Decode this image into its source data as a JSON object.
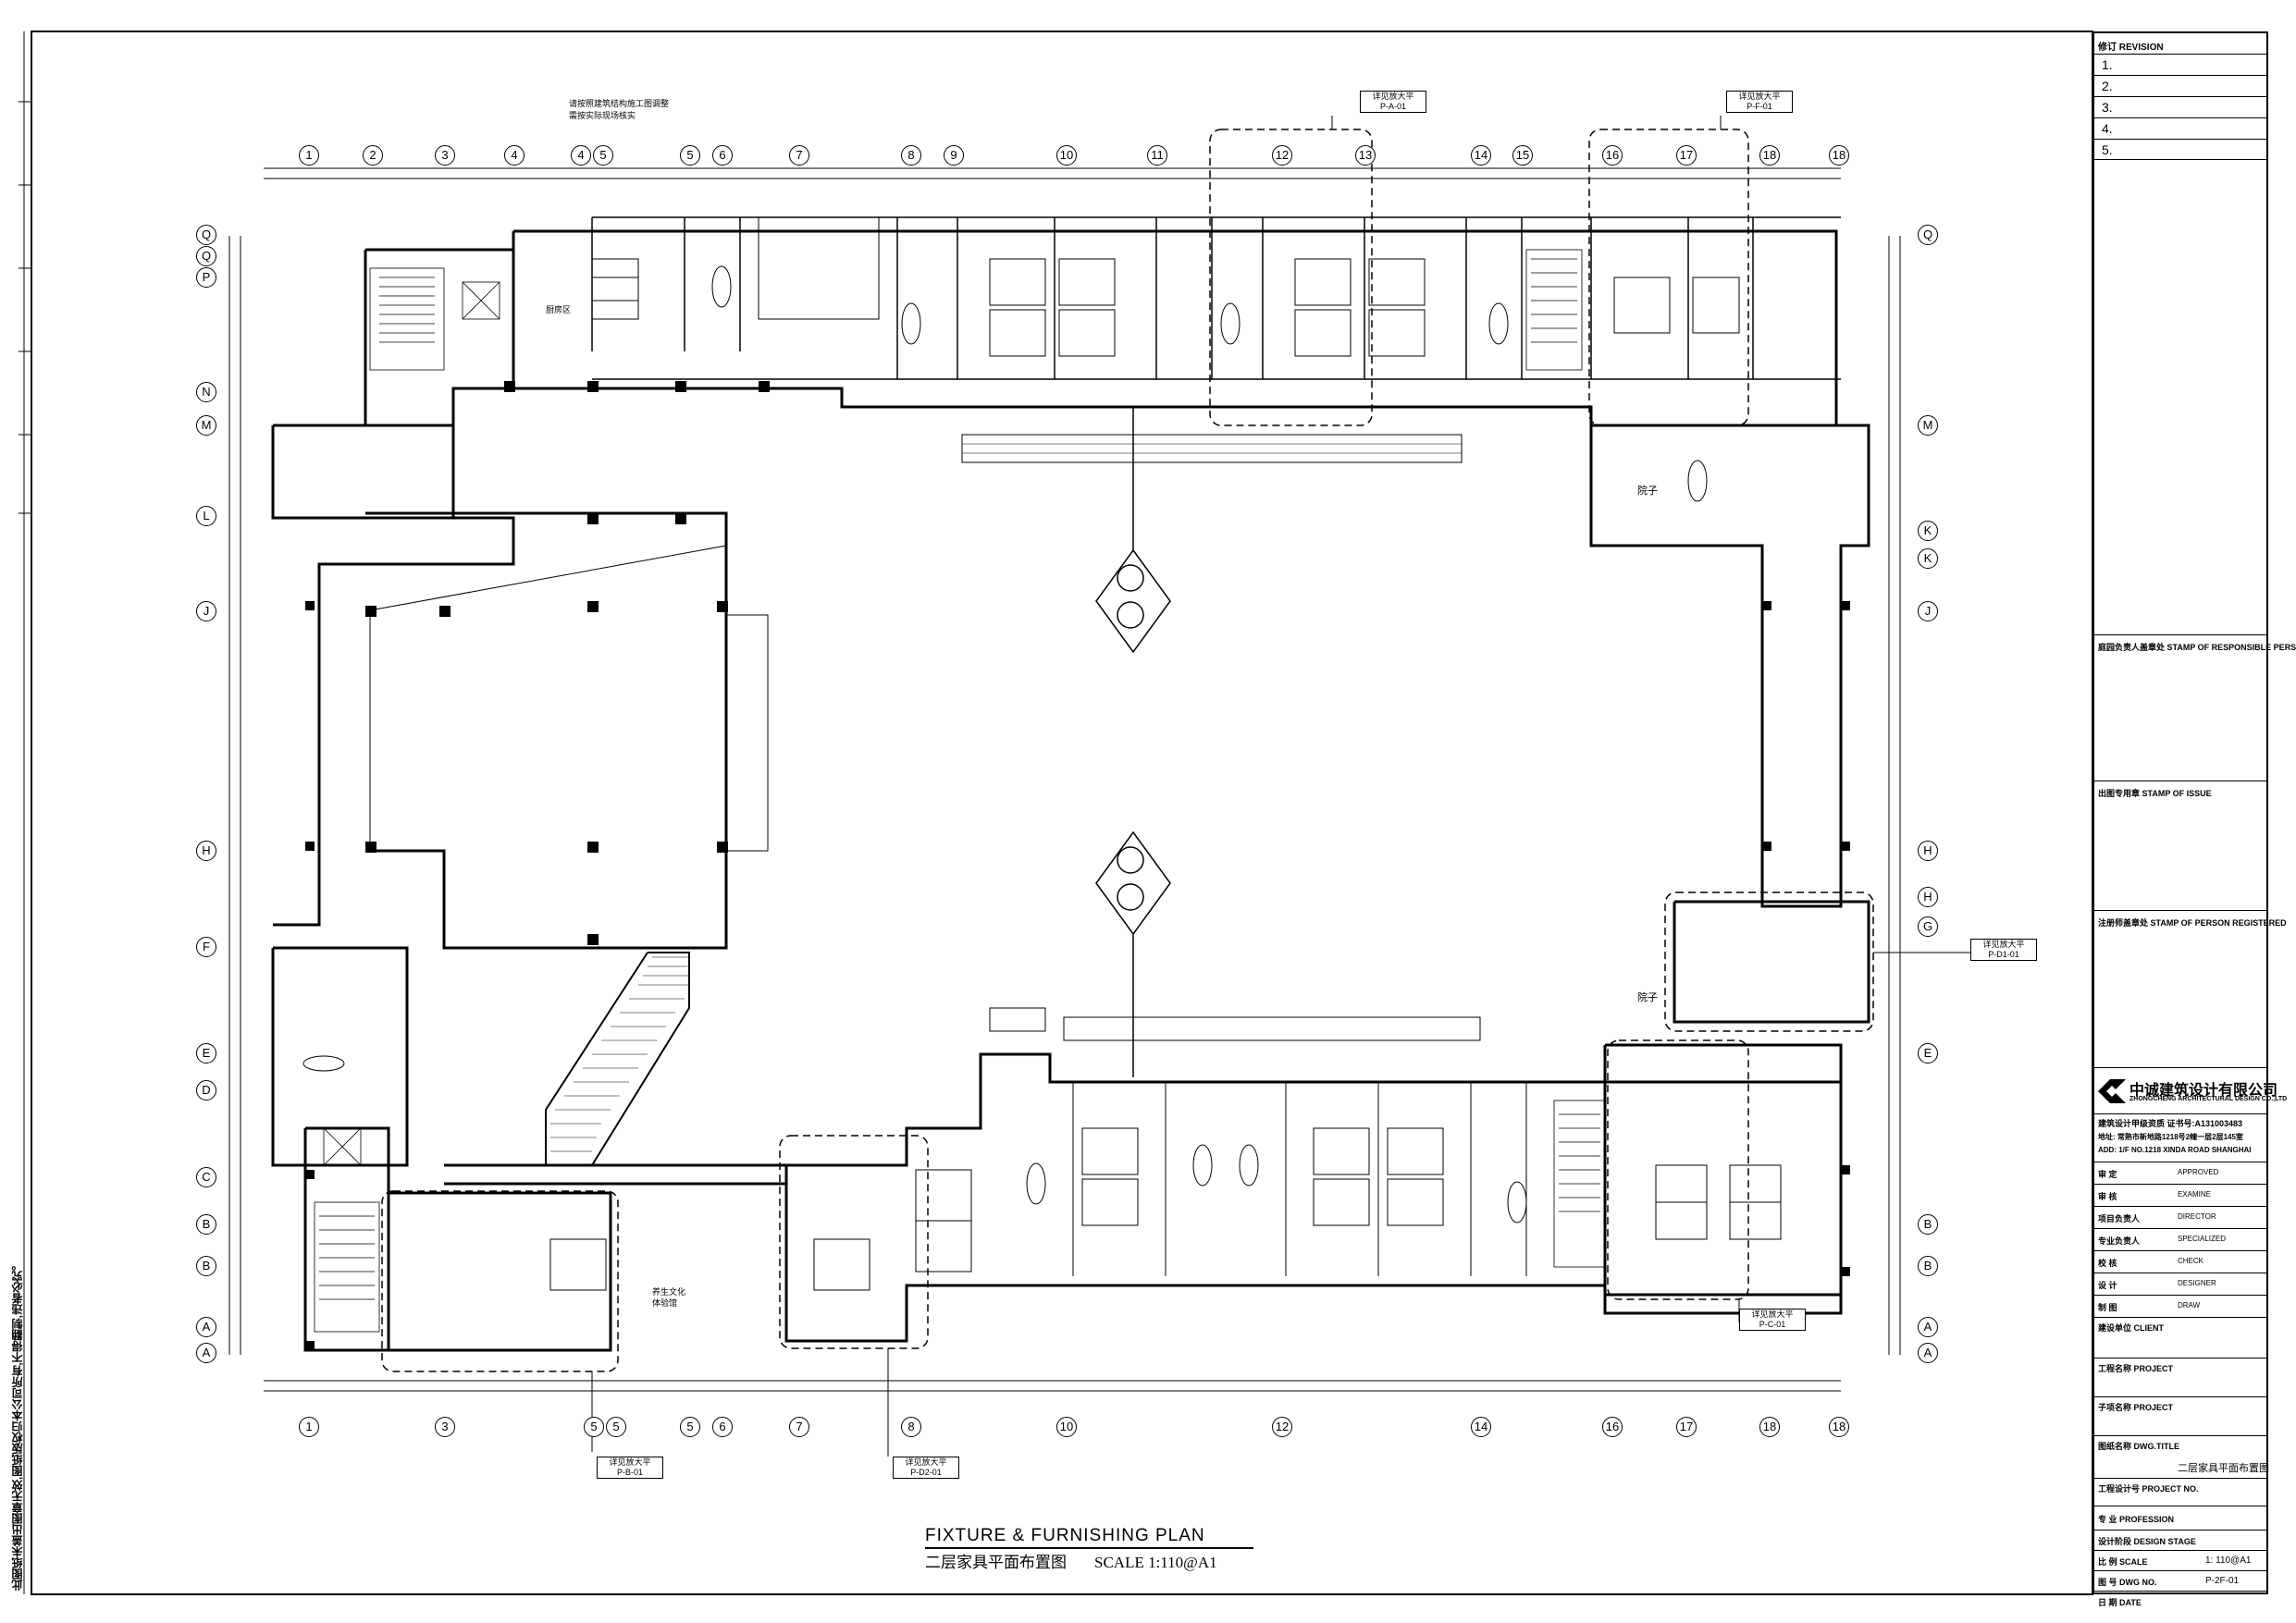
{
  "drawing": {
    "title_en": "FIXTURE & FURNISHING PLAN",
    "title_zh": "二层家具平面布置图",
    "scale": "SCALE  1:110@A1"
  },
  "grid": {
    "top": [
      "1",
      "2",
      "3",
      "4",
      "4",
      "5",
      "5",
      "6",
      "7",
      "8",
      "9",
      "10",
      "11",
      "12",
      "13",
      "14",
      "15",
      "16",
      "17",
      "18",
      "18"
    ],
    "bottom": [
      "1",
      "3",
      "5",
      "5",
      "5",
      "6",
      "7",
      "8",
      "10",
      "12",
      "14",
      "16",
      "17",
      "18",
      "18"
    ],
    "left": [
      "Q",
      "Q",
      "P",
      "N",
      "M",
      "L",
      "J",
      "H",
      "F",
      "E",
      "D",
      "C",
      "B",
      "B",
      "A",
      "A"
    ],
    "right": [
      "Q",
      "M",
      "K",
      "K",
      "J",
      "H",
      "H",
      "G",
      "E",
      "B",
      "B",
      "A",
      "A"
    ]
  },
  "callouts": [
    {
      "id": "c1",
      "line1": "详见放大平",
      "line2": "P-A-01"
    },
    {
      "id": "c2",
      "line1": "详见放大平",
      "line2": "P-F-01"
    },
    {
      "id": "c3",
      "line1": "详见放大平",
      "line2": "P-D1-01"
    },
    {
      "id": "c4",
      "line1": "详见放大平",
      "line2": "P-C-01"
    },
    {
      "id": "c5",
      "line1": "详见放大平",
      "line2": "P-B-01"
    },
    {
      "id": "c6",
      "line1": "详见放大平",
      "line2": "P-D2-01"
    }
  ],
  "notes": {
    "top_note_1": "请按照建筑结构施工图调整",
    "top_note_2": "需按实际现场核实",
    "left_vertical": "此图纸未盖出图章无效,图纸版权归本公司所有,不得翻制,违者必究。",
    "room_yard": "院子",
    "room_yard2": "院子",
    "zone_label": "厨房区",
    "culture_label": "养生文化",
    "culture_label2": "体验馆"
  },
  "title_block": {
    "revision_header": "修订 REVISION",
    "revisions": [
      "1.",
      "2.",
      "3.",
      "4.",
      "5."
    ],
    "stamp_responsible": "庭园负责人盖章处 STAMP OF RESPONSIBLE PERSON",
    "stamp_issue": "出图专用章 STAMP OF ISSUE",
    "stamp_registered": "注册师盖章处 STAMP OF PERSON REGISTERED",
    "company_zh": "中诚建筑设计有限公司",
    "company_en": "ZHONGCHENG ARCHITECTURAL DESIGN CO.,LTD",
    "license": "建筑设计甲级资质   证书号:A131003483",
    "address_zh": "地址: 常熟市新地路1218号2幢一层2层145室",
    "address_en": "ADD: 1/F NO.1218 XINDA ROAD SHANGHAI",
    "roles": [
      {
        "zh": "审    定",
        "en": "APPROVED"
      },
      {
        "zh": "审    核",
        "en": "EXAMINE"
      },
      {
        "zh": "项目负责人",
        "en": "DIRECTOR"
      },
      {
        "zh": "专业负责人",
        "en": "SPECIALIZED"
      },
      {
        "zh": "校    核",
        "en": "CHECK"
      },
      {
        "zh": "设    计",
        "en": "DESIGNER"
      },
      {
        "zh": "制    图",
        "en": "DRAW"
      }
    ],
    "client": "建设单位 CLIENT",
    "project": "工程名称 PROJECT",
    "subproject": "子项名称 PROJECT",
    "drawing_title_label": "图纸名称 DWG.TITLE",
    "drawing_title_value": "二层家具平面布置图",
    "project_no": "工程设计号 PROJECT NO.",
    "profession": "专    业 PROFESSION",
    "design_stage": "设计阶段 DESIGN STAGE",
    "scale_label": "比    例 SCALE",
    "scale_value": "1: 110@A1",
    "dwg_no_label": "图    号 DWG NO.",
    "dwg_no_value": "P-2F-01",
    "date_label": "日    期 DATE"
  }
}
